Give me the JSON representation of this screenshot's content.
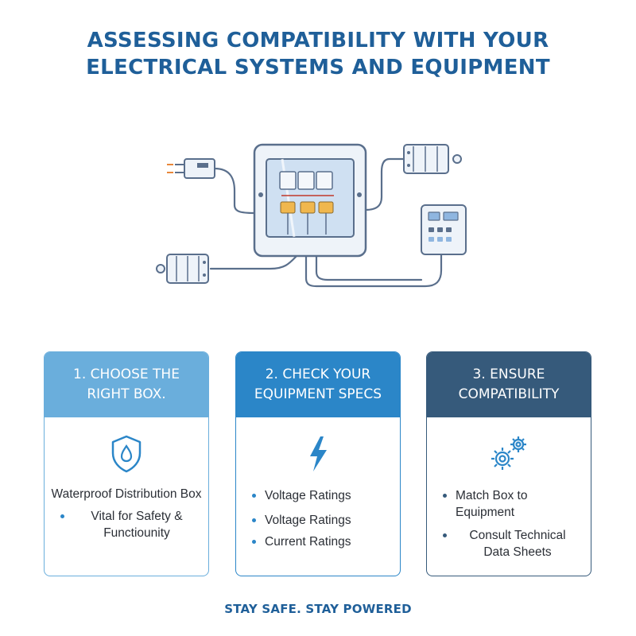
{
  "title": {
    "line1": "ASSESSING COMPATIBILITY WITH YOUR",
    "line2": "ELECTRICAL SYSTEMS AND EQUIPMENT"
  },
  "colors": {
    "title": "#1f5f99",
    "card1": "#6aaedc",
    "card2": "#2b86c8",
    "card3": "#365a7b"
  },
  "cards": [
    {
      "heading_line1": "1. CHOOSE THE",
      "heading_line2": "RIGHT BOX.",
      "icon": "shield-water-drop-icon",
      "subtitle": "Waterproof Distribution Box",
      "points": [
        "Vital for Safety & Functiounity"
      ]
    },
    {
      "heading_line1": "2. CHECK YOUR",
      "heading_line2": "EQUIPMENT SPECS",
      "icon": "lightning-bolt-icon",
      "points": [
        "Voltage Ratings",
        "Voltage Ratings",
        "Current Ratings"
      ]
    },
    {
      "heading_line1": "3. ENSURE",
      "heading_line2": "COMPATIBILITY",
      "icon": "gears-icon",
      "points": [
        "Match Box to Equipment",
        "Consult Technical Data Sheets"
      ]
    }
  ],
  "footer": "STAY SAFE. STAY POWERED"
}
